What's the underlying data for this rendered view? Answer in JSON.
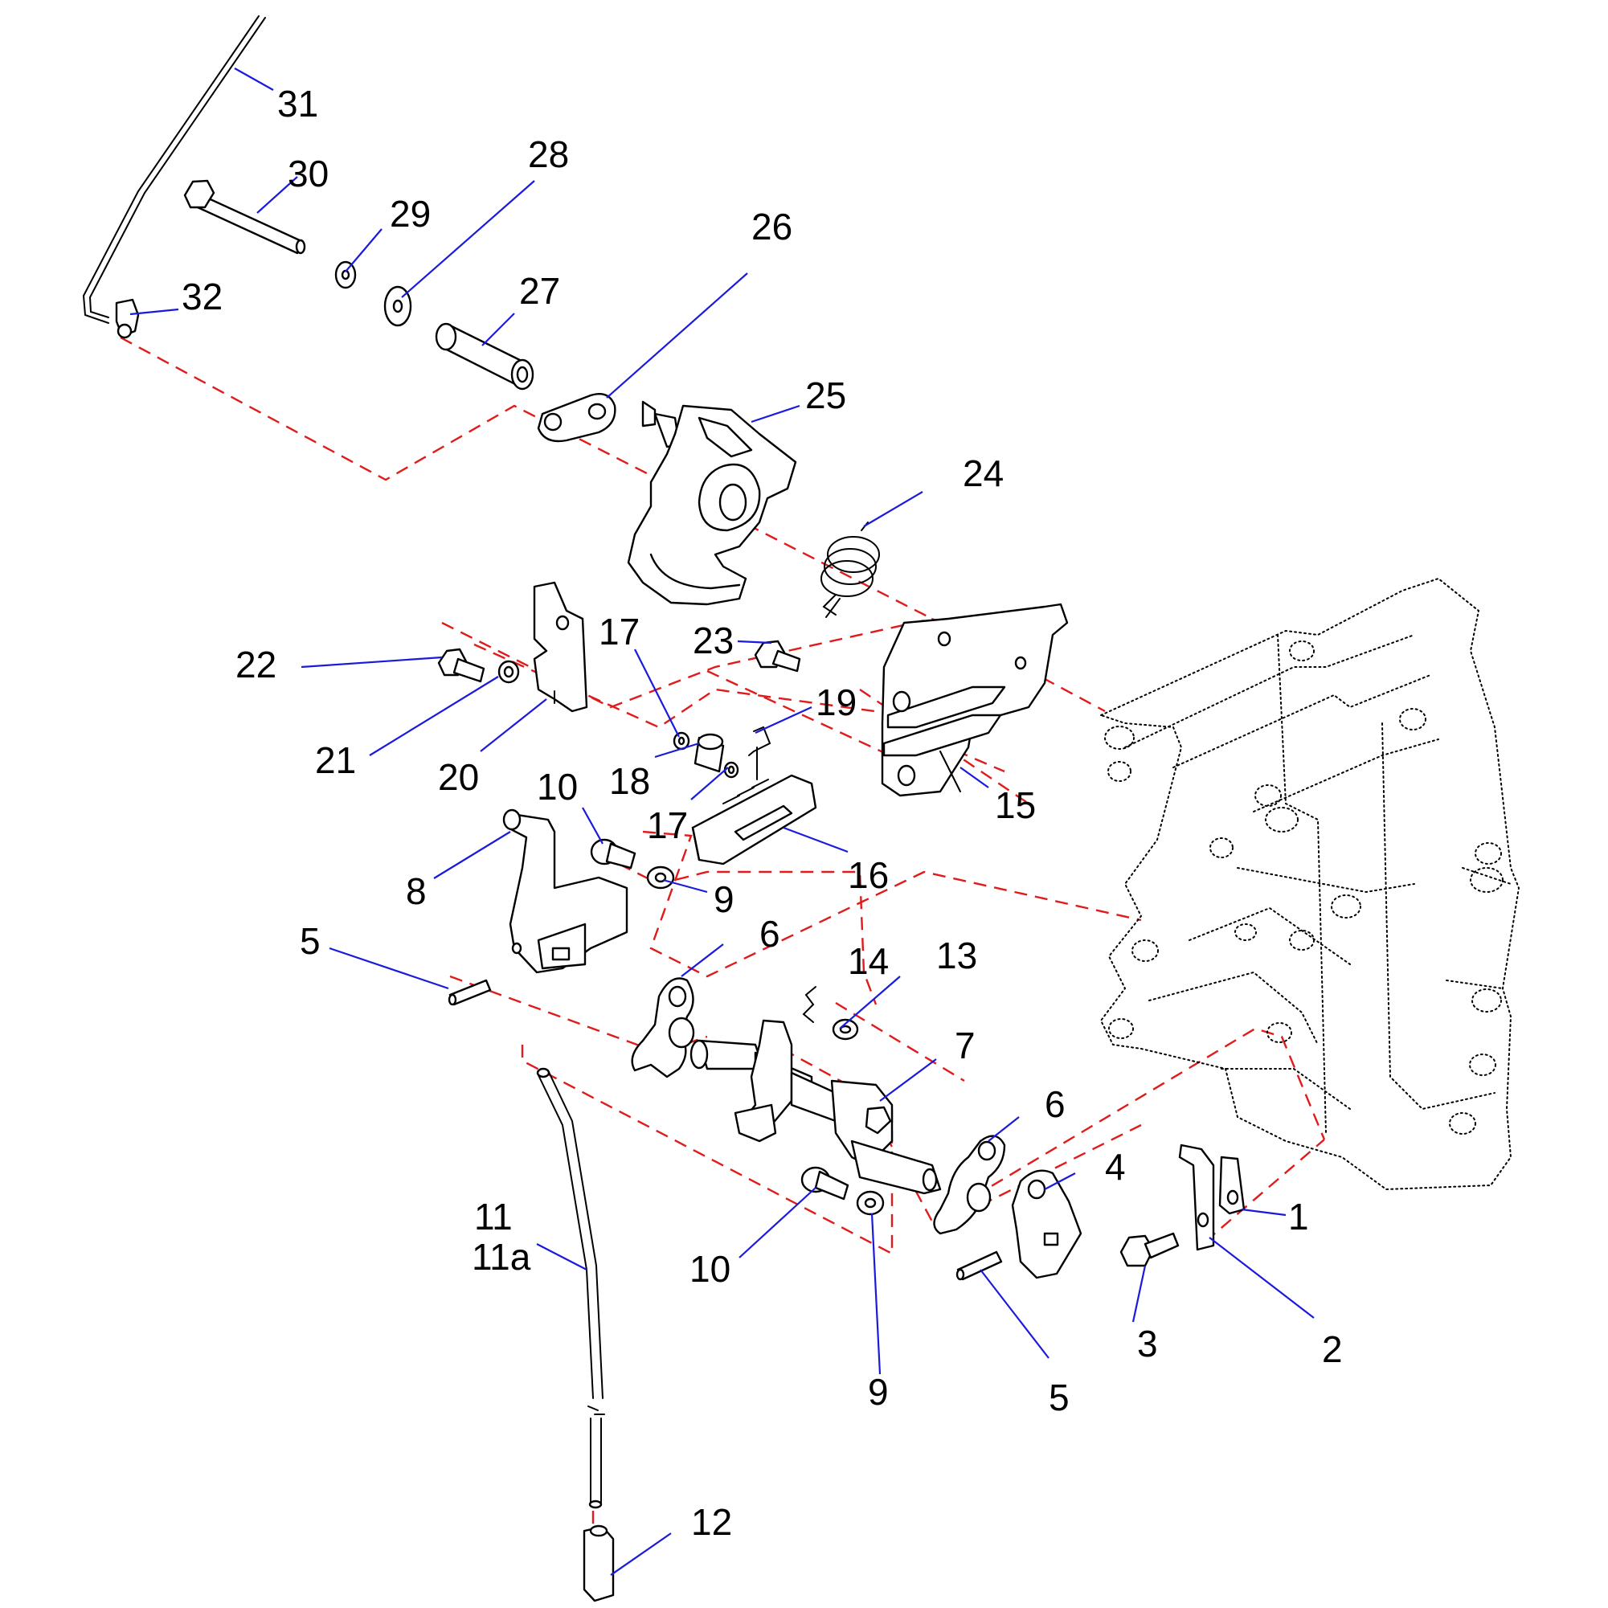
{
  "colors": {
    "part_outline": "#000000",
    "leader_line": "#1a1adc",
    "assembly_axis": "#e01b1b",
    "background": "#ffffff"
  },
  "callouts": {
    "c1": "1",
    "c2": "2",
    "c3": "3",
    "c4": "4",
    "c5a": "5",
    "c5b": "5",
    "c6a": "6",
    "c6b": "6",
    "c7": "7",
    "c8": "8",
    "c9a": "9",
    "c9b": "9",
    "c10a": "10",
    "c10b": "10",
    "c11": "11",
    "c11a": "11a",
    "c12": "12",
    "c13": "13",
    "c14": "14",
    "c15": "15",
    "c16": "16",
    "c17a": "17",
    "c17b": "17",
    "c18": "18",
    "c19": "19",
    "c20": "20",
    "c21": "21",
    "c22": "22",
    "c23": "23",
    "c24": "24",
    "c25": "25",
    "c26": "26",
    "c27": "27",
    "c28": "28",
    "c29": "29",
    "c30": "30",
    "c31": "31",
    "c32": "32"
  }
}
